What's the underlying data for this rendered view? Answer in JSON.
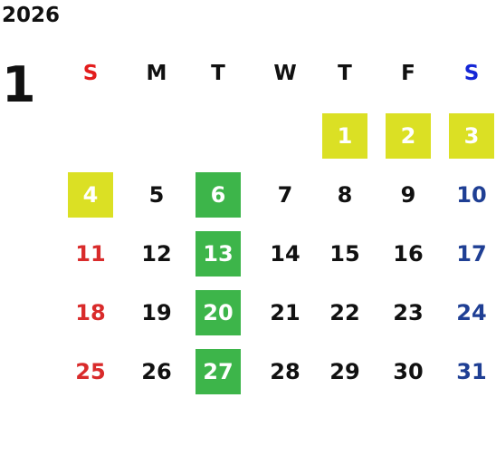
{
  "calendar": {
    "year": "2026",
    "month": "1",
    "weekdays": [
      "S",
      "M",
      "T",
      "W",
      "T",
      "F",
      "S"
    ],
    "colors": {
      "text_default": "#111111",
      "sunday_header": "#e31c1c",
      "saturday_header": "#1426d6",
      "sunday_day": "#d92b2b",
      "saturday_day": "#1f3f94",
      "highlight_yellow": "#dbe024",
      "highlight_green": "#3db54a",
      "highlight_text": "#ffffff"
    },
    "weeks": [
      [
        null,
        null,
        null,
        null,
        "1",
        "2",
        "3"
      ],
      [
        "4",
        "5",
        "6",
        "7",
        "8",
        "9",
        "10"
      ],
      [
        "11",
        "12",
        "13",
        "14",
        "15",
        "16",
        "17"
      ],
      [
        "18",
        "19",
        "20",
        "21",
        "22",
        "23",
        "24"
      ],
      [
        "25",
        "26",
        "27",
        "28",
        "29",
        "30",
        "31"
      ]
    ],
    "highlights": {
      "1": "yellow",
      "2": "yellow",
      "3": "yellow",
      "4": "yellow",
      "6": "green",
      "13": "green",
      "20": "green",
      "27": "green"
    }
  }
}
